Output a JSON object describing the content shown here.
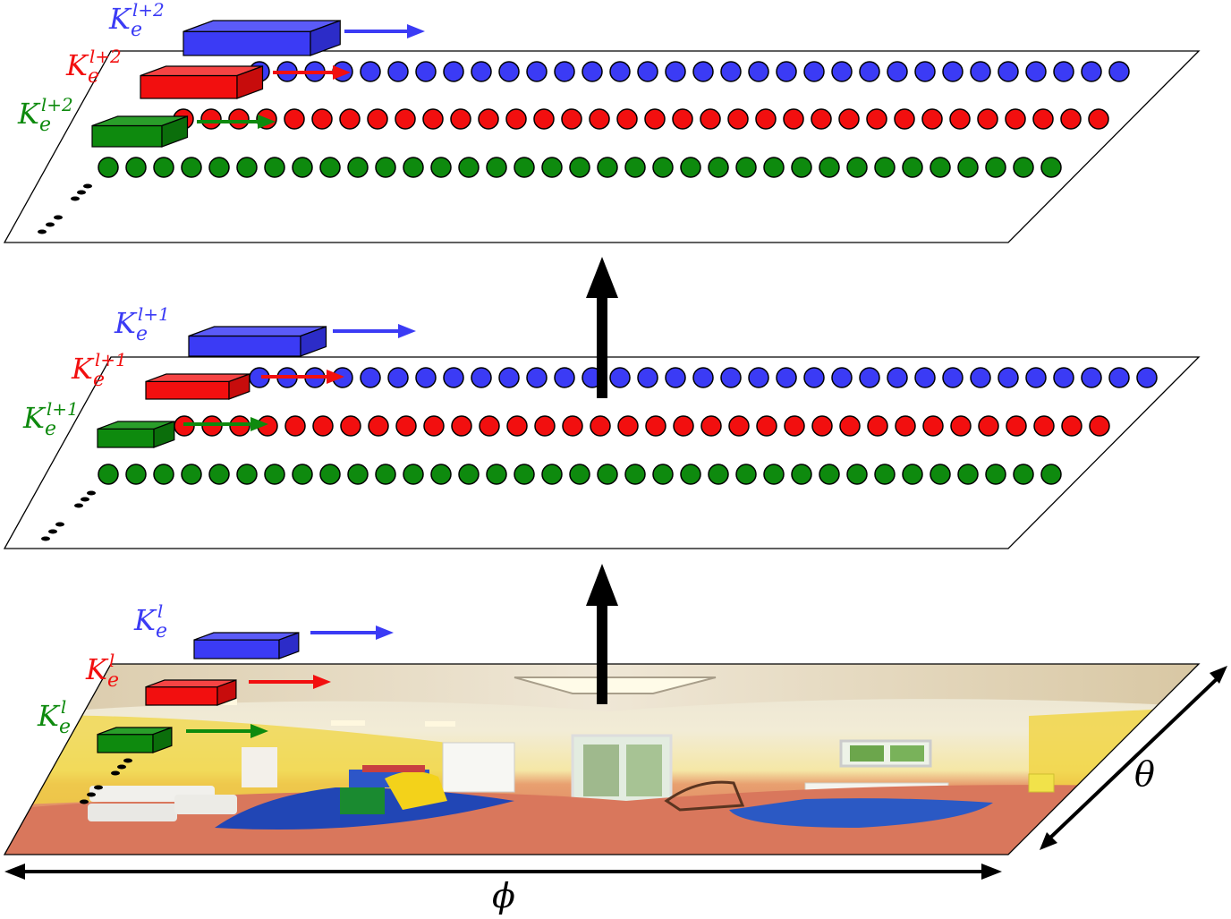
{
  "colors": {
    "blue": "#3b3bf5",
    "red": "#f20f0f",
    "green": "#0e8a0e",
    "arrow": "#000000",
    "plane_stroke": "#000000"
  },
  "layers": [
    {
      "id": "top",
      "kernels": [
        {
          "color": "blue",
          "base": "K",
          "sub": "e",
          "sup": "l+2"
        },
        {
          "color": "red",
          "base": "K",
          "sub": "e",
          "sup": "l+2"
        },
        {
          "color": "green",
          "base": "K",
          "sub": "e",
          "sup": "l+2"
        }
      ],
      "rows": {
        "blue": 32,
        "red": 34,
        "green": 35
      }
    },
    {
      "id": "middle",
      "kernels": [
        {
          "color": "blue",
          "base": "K",
          "sub": "e",
          "sup": "l+1"
        },
        {
          "color": "red",
          "base": "K",
          "sub": "e",
          "sup": "l+1"
        },
        {
          "color": "green",
          "base": "K",
          "sub": "e",
          "sup": "l+1"
        }
      ],
      "rows": {
        "blue": 33,
        "red": 34,
        "green": 35
      }
    },
    {
      "id": "bottom",
      "kernels": [
        {
          "color": "blue",
          "base": "K",
          "sub": "e",
          "sup": "l"
        },
        {
          "color": "red",
          "base": "K",
          "sub": "e",
          "sup": "l"
        },
        {
          "color": "green",
          "base": "K",
          "sub": "e",
          "sup": "l"
        }
      ],
      "image": "equirectangular-room-panorama"
    }
  ],
  "axes": {
    "horizontal": "ϕ",
    "depth": "θ"
  }
}
